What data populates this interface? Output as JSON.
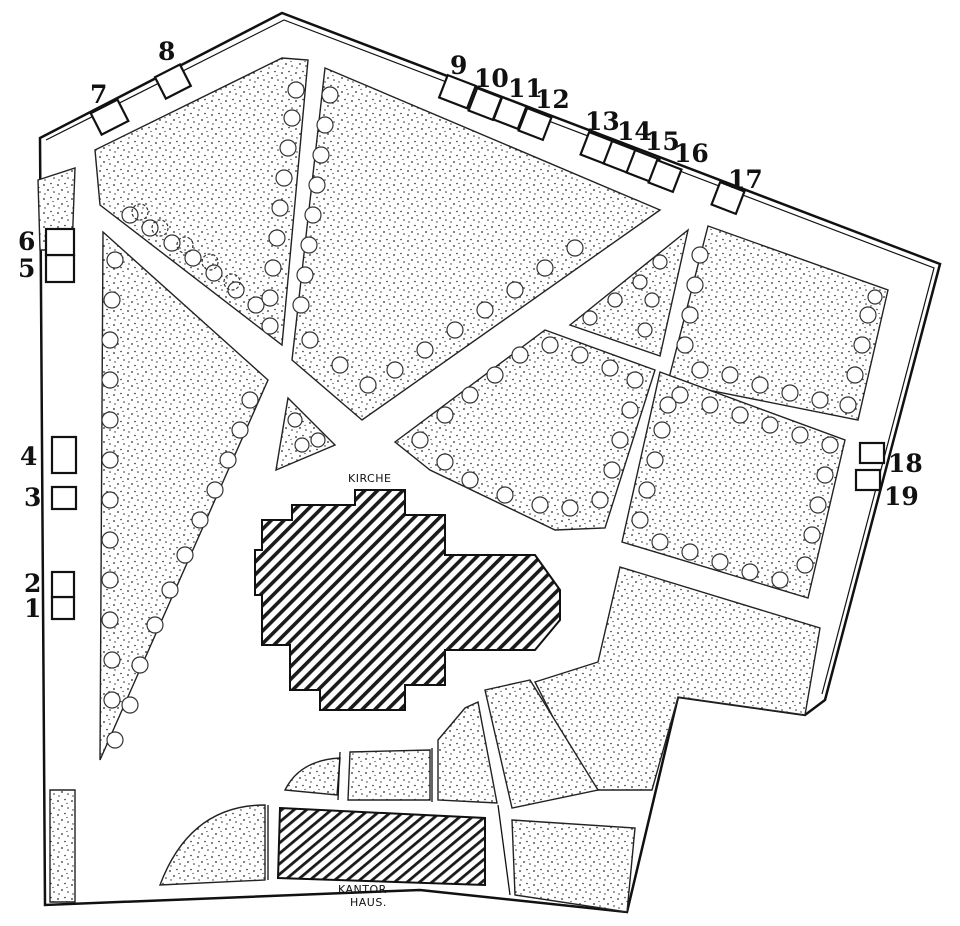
{
  "map": {
    "colors": {
      "ink": "#111111",
      "paper": "#ffffff",
      "field_stipple": "#2a2a2a"
    },
    "place_labels": {
      "church": "KIRCHE",
      "cantor_house_line1": "KANTOR",
      "cantor_house_line2": "HAUS."
    },
    "grave_markers": [
      "1",
      "2",
      "3",
      "4",
      "5",
      "6",
      "7",
      "8",
      "9",
      "10",
      "11",
      "12",
      "13",
      "14",
      "15",
      "16",
      "17",
      "18",
      "19"
    ]
  }
}
